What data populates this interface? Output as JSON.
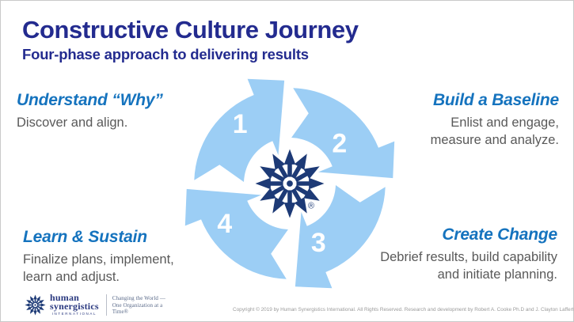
{
  "colors": {
    "title_navy": "#232B8F",
    "phase_blue": "#1573BE",
    "body_gray": "#595959",
    "arrow_blue": "#9CCEF5",
    "star_navy": "#1D3A76",
    "number_white": "#FFFFFF",
    "logo_navy": "#2B3A80",
    "tagline_gray": "#5A6A89",
    "copyright_gray": "#9B9B9B"
  },
  "header": {
    "title": "Constructive Culture Journey",
    "subtitle": "Four-phase approach to delivering results"
  },
  "diagram": {
    "center_icon": "compass-arrows-icon",
    "registered_mark": "®",
    "numbers": [
      "1",
      "2",
      "3",
      "4"
    ]
  },
  "phases": [
    {
      "number": "1",
      "title": "Understand “Why”",
      "lines": [
        "Discover and align."
      ]
    },
    {
      "number": "2",
      "title": "Build a Baseline",
      "lines": [
        "Enlist and engage,",
        "measure and analyze."
      ]
    },
    {
      "number": "3",
      "title": "Create Change",
      "lines": [
        "Debrief results, build capability",
        "and initiate planning."
      ]
    },
    {
      "number": "4",
      "title": "Learn & Sustain",
      "lines": [
        "Finalize plans, implement,",
        "learn and adjust."
      ]
    }
  ],
  "footer": {
    "logo": {
      "line1": "human",
      "line2": "synergistics",
      "line3": "INTERNATIONAL"
    },
    "tagline_lines": [
      "Changing the World —",
      "One Organization at a",
      "Time®"
    ],
    "copyright": "Copyright © 2019 by Human Synergistics International. All Rights Reserved. Research and development by Robert A. Cooke Ph.D and J. Clayton Lafferty Ph.D"
  }
}
